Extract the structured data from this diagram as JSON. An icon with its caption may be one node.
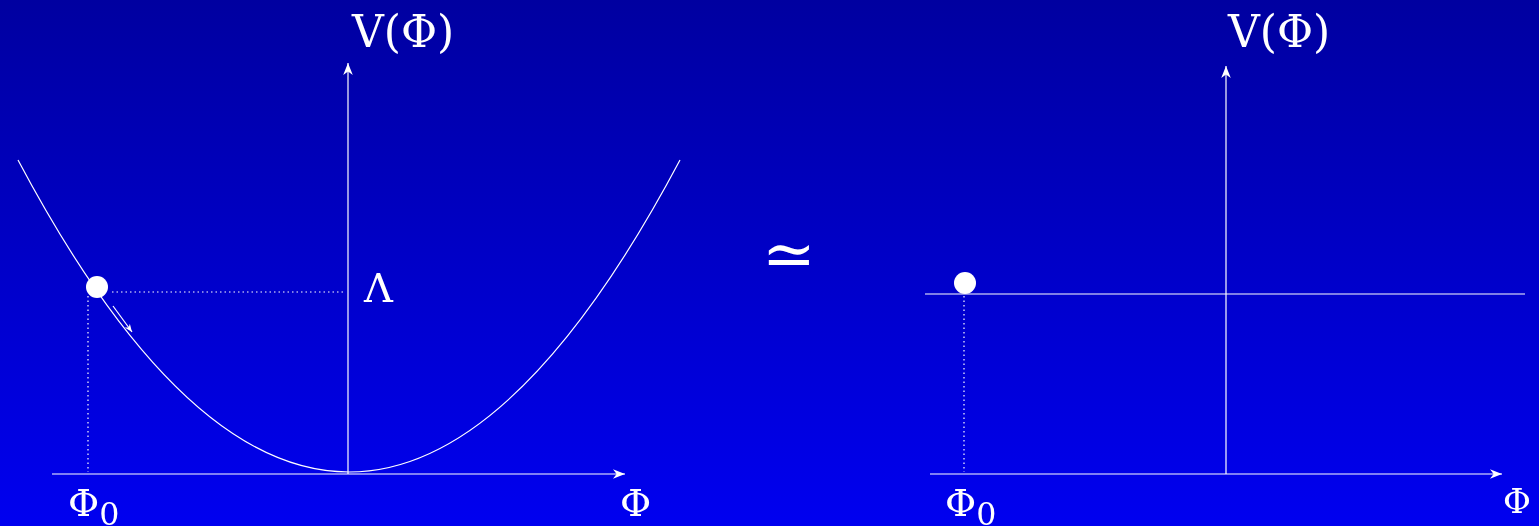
{
  "diagram": {
    "labels": [
      "V(Φ)",
      "V(Φ)",
      "Λ",
      "≃",
      "Φ$_{0}$",
      "Φ",
      "Φ$_{0}$",
      "Φ"
    ]
  }
}
